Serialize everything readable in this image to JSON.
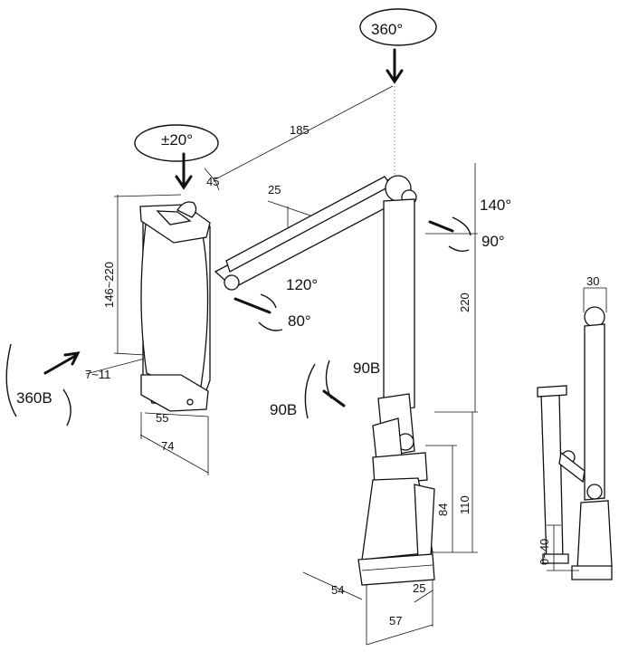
{
  "figure": {
    "rotation_labels": {
      "top_rotation": "360°",
      "tablet_tilt": "±20°",
      "tablet_spin": "360B",
      "upper_joint_horizontal": "140°",
      "upper_joint_vertical": "90°",
      "lower_joint_horizontal": "120°",
      "lower_joint_vertical": "80°",
      "base_swivel_right": "90B",
      "base_swivel_left": "90B"
    },
    "dimensions": {
      "arm_length": "185",
      "holder_offset": "45",
      "arm_offset": "25",
      "holder_range": "146~220",
      "clamp_depth": "7~11",
      "holder_inner_width": "55",
      "holder_outer_width": "74",
      "upper_arm_height": "220",
      "base_height_inner": "84",
      "base_height": "110",
      "base_depth": "54",
      "base_offset": "25",
      "base_width": "57",
      "side_width": "30",
      "clamp_range": "0~40"
    }
  }
}
